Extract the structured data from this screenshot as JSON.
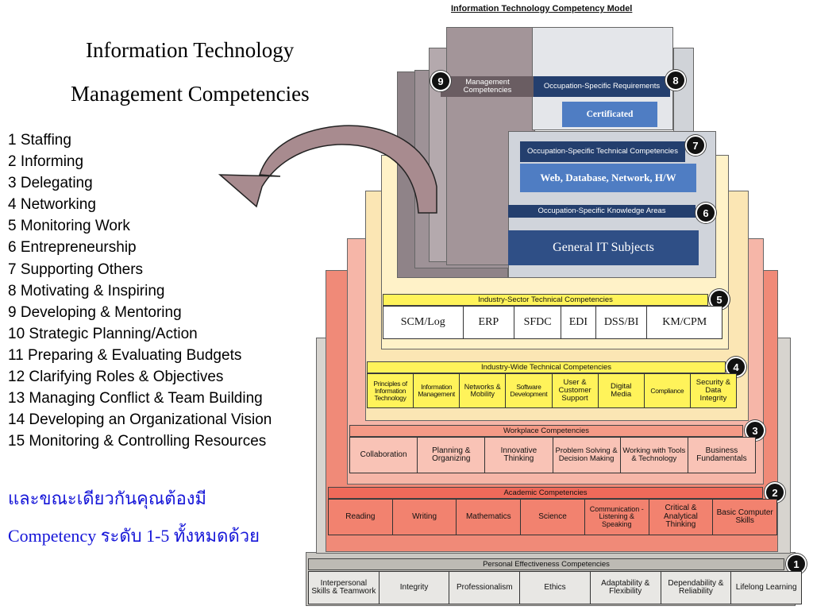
{
  "heading": {
    "line1": "Information Technology",
    "line2": "Management Competencies"
  },
  "competencies": [
    "1 Staffing",
    "2 Informing",
    "3 Delegating",
    "4 Networking",
    "5 Monitoring Work",
    "6 Entrepreneurship",
    "7 Supporting Others",
    "8 Motivating & Inspiring",
    "9 Developing & Mentoring",
    "10 Strategic Planning/Action",
    "11 Preparing & Evaluating Budgets",
    "12 Clarifying Roles & Objectives",
    "13 Managing Conflict & Team Building",
    "14 Developing an Organizational Vision",
    "15 Monitoring & Controlling Resources"
  ],
  "thai_note": {
    "line1": "และขณะเดียวกันคุณต้องมี",
    "line2": "Competency ระดับ 1-5 ทั้งหมดด้วย"
  },
  "model": {
    "title": "Information Technology Competency Model",
    "tier9": {
      "number": "9",
      "label": "Management Competencies"
    },
    "tier8": {
      "number": "8",
      "label": "Occupation-Specific Requirements",
      "box": "Certificated"
    },
    "tier7": {
      "number": "7",
      "label": "Occupation-Specific Technical Competencies",
      "box": "Web, Database, Network, H/W"
    },
    "tier6": {
      "number": "6",
      "label": "Occupation-Specific Knowledge Areas",
      "box": "General IT Subjects"
    },
    "tier5": {
      "number": "5",
      "label": "Industry-Sector Technical Competencies",
      "cells": [
        "SCM/Log",
        "ERP",
        "SFDC",
        "EDI",
        "DSS/BI",
        "KM/CPM"
      ]
    },
    "tier4": {
      "number": "4",
      "label": "Industry-Wide Technical Competencies",
      "cells": [
        "Principles of Information Technology",
        "Information Management",
        "Networks & Mobility",
        "Software Development",
        "User & Customer Support",
        "Digital Media",
        "Compliance",
        "Security & Data Integrity"
      ]
    },
    "tier3": {
      "number": "3",
      "label": "Workplace Competencies",
      "cells": [
        "Collaboration",
        "Planning & Organizing",
        "Innovative Thinking",
        "Problem Solving & Decision Making",
        "Working with Tools & Technology",
        "Business Fundamentals"
      ]
    },
    "tier2": {
      "number": "2",
      "label": "Academic Competencies",
      "cells": [
        "Reading",
        "Writing",
        "Mathematics",
        "Science",
        "Communication - Listening & Speaking",
        "Critical & Analytical Thinking",
        "Basic Computer Skills"
      ]
    },
    "tier1": {
      "number": "1",
      "label": "Personal Effectiveness Competencies",
      "cells": [
        "Interpersonal Skills & Teamwork",
        "Integrity",
        "Professionalism",
        "Ethics",
        "Adaptability & Flexibility",
        "Dependability & Reliability",
        "Lifelong Learning"
      ]
    },
    "colors": {
      "tier1": "#c9c7c2",
      "tier2": "#f08a78",
      "tier3": "#f6b6a8",
      "tier4": "#fbe6b4",
      "tier5": "#fff2c8",
      "band_yellow": "#fff35a",
      "grey_block": "#8f8388",
      "light_block": "#e4e6ea",
      "navy": "#243f6e",
      "blue": "#4f7dc3",
      "arrow": "#a88b8f"
    }
  }
}
